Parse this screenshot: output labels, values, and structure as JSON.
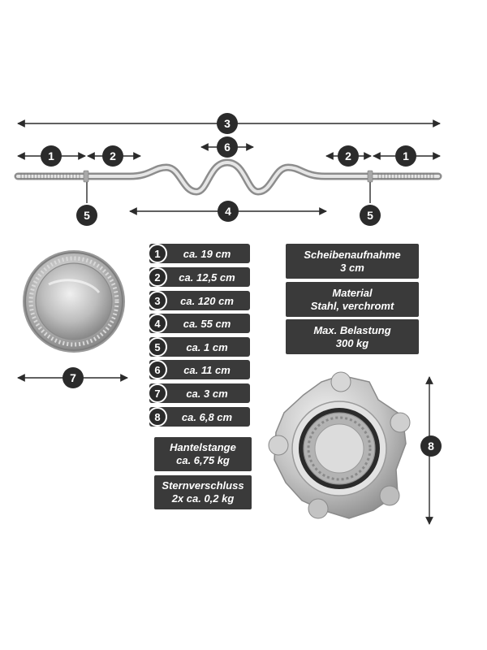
{
  "badges": {
    "b1": "1",
    "b2": "2",
    "b3": "3",
    "b4": "4",
    "b5": "5",
    "b6": "6",
    "b7": "7",
    "b8": "8"
  },
  "dimensions": [
    {
      "num": "1",
      "value": "ca. 19 cm"
    },
    {
      "num": "2",
      "value": "ca. 12,5 cm"
    },
    {
      "num": "3",
      "value": "ca. 120 cm"
    },
    {
      "num": "4",
      "value": "ca. 55 cm"
    },
    {
      "num": "5",
      "value": "ca. 1 cm"
    },
    {
      "num": "6",
      "value": "ca. 11 cm"
    },
    {
      "num": "7",
      "value": "ca. 3 cm"
    },
    {
      "num": "8",
      "value": "ca. 6,8 cm"
    }
  ],
  "weights": {
    "bar_line1": "Hantelstange",
    "bar_line2": "ca. 6,75 kg",
    "collar_line1": "Sternverschluss",
    "collar_line2": "2x ca. 0,2 kg"
  },
  "specs": {
    "disc_line1": "Scheibenaufnahme",
    "disc_line2": "3 cm",
    "material_line1": "Material",
    "material_line2": "Stahl, verchromt",
    "load_line1": "Max. Belastung",
    "load_line2": "300 kg"
  }
}
